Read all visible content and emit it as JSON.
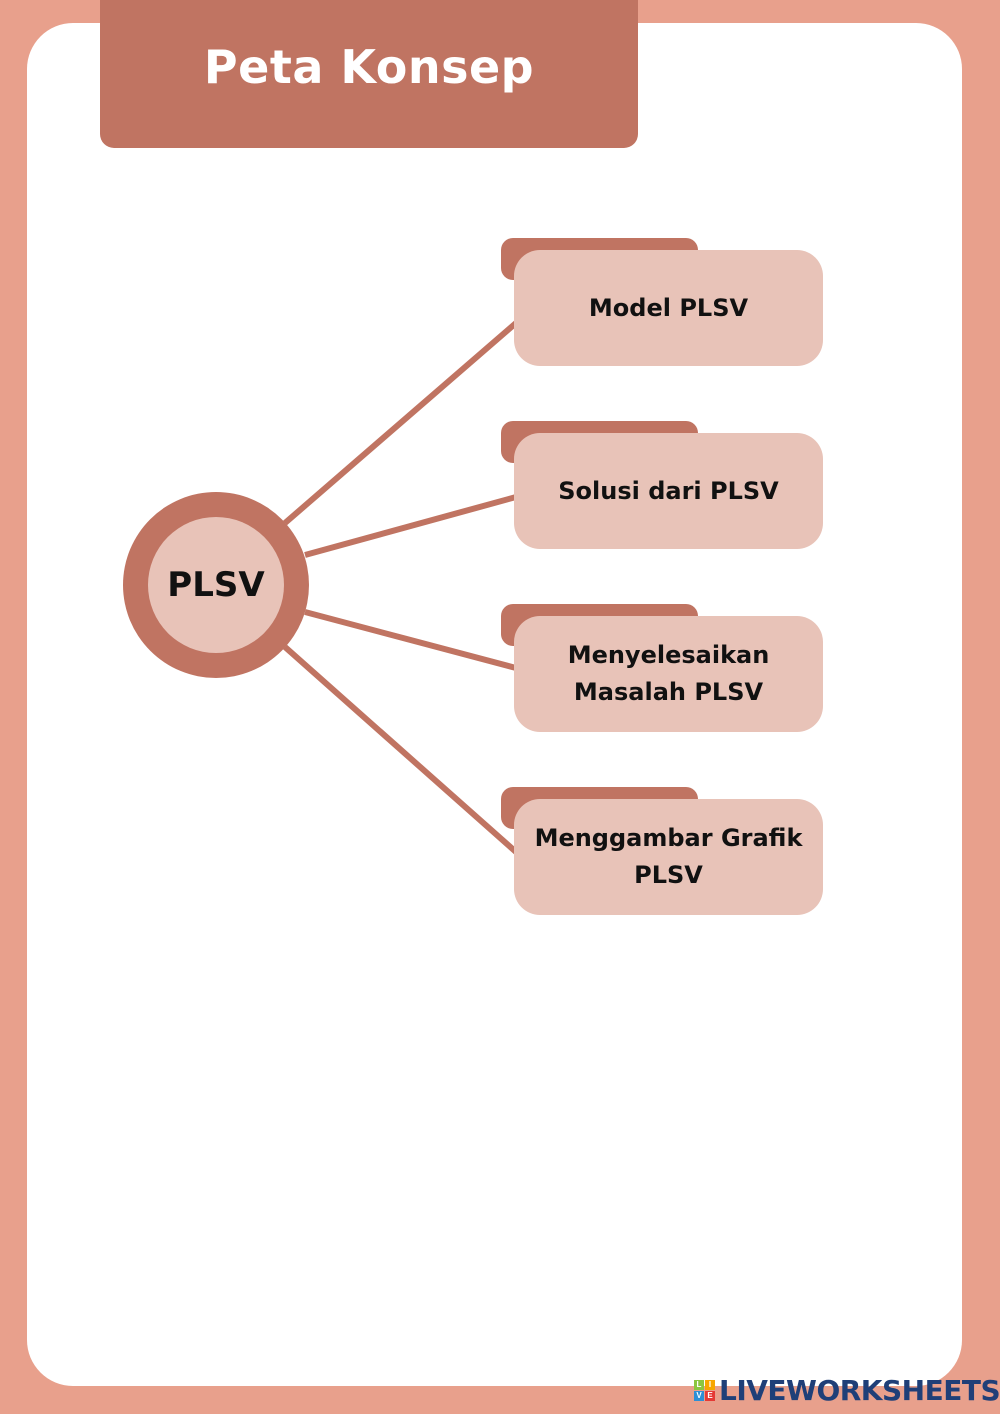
{
  "title": "Peta Konsep",
  "hub": {
    "label": "PLSV"
  },
  "nodes": [
    {
      "label": "Model PLSV"
    },
    {
      "label": "Solusi dari PLSV"
    },
    {
      "label": "Menyelesaikan\nMasalah PLSV"
    },
    {
      "label": "Menggambar Grafik\nPLSV"
    }
  ],
  "colors": {
    "frame": "#e8a08c",
    "accent": "#c07462",
    "node_fill": "#e8c3b8",
    "text": "#111111"
  },
  "brand": {
    "name": "LIVEWORKSHEETS",
    "logo_letters": [
      "L",
      "I",
      "V",
      "E"
    ]
  }
}
